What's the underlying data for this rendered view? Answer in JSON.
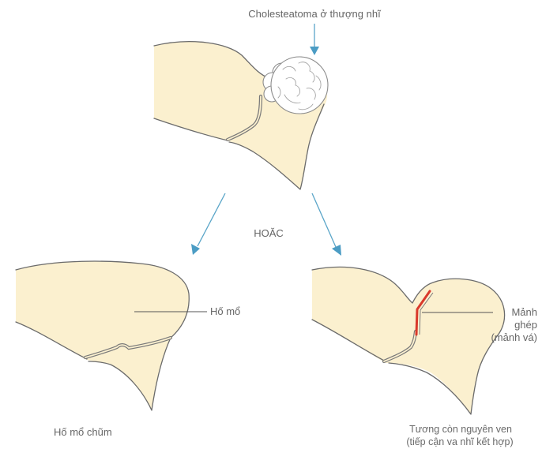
{
  "labels": {
    "top_title": "Cholesteatoma ở thượng nhĩ",
    "or": "HOĂC",
    "cavity": "Hố mổ",
    "graft_line1": "Mảnh",
    "graft_line2": "ghép",
    "graft_line3": "(mảnh vá)",
    "left_caption": "Hố mổ chũm",
    "right_caption_line1": "Tương còn nguyên ven",
    "right_caption_line2": "(tiếp cận va nhĩ kết hợp)"
  },
  "colors": {
    "tissue": "#fbf0cf",
    "outline": "#6b6b6b",
    "arrow": "#4b9cc4",
    "graft": "#d9392b",
    "text": "#666666"
  },
  "icons": [
    "arrow-down-icon",
    "arrow-down-left-icon",
    "arrow-down-right-icon"
  ]
}
